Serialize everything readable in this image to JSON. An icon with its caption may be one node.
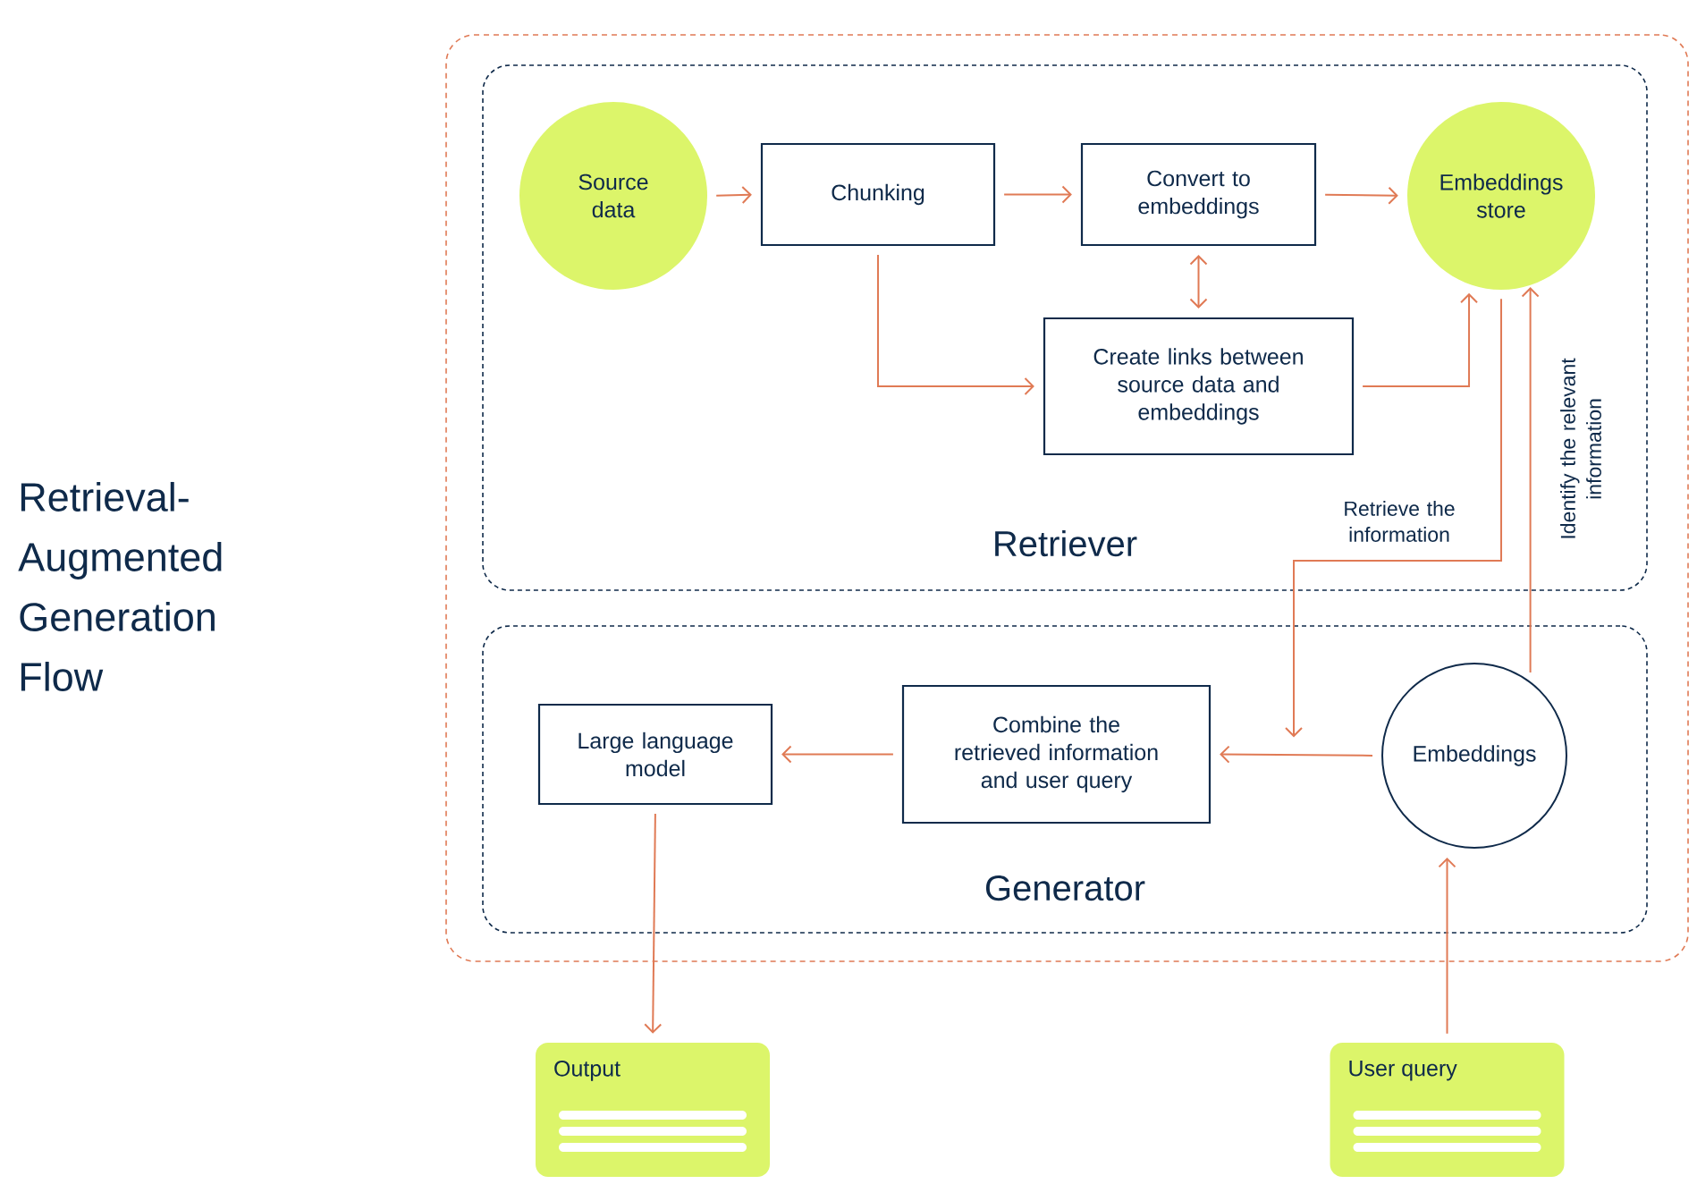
{
  "diagram": {
    "title": "Retrieval-Augmented Generation Flow",
    "nodes": [
      {
        "text": [],
        "shape": "box"
      },
      {
        "text": [
          "Retriever"
        ],
        "in": 0
      },
      {
        "text": [
          "Source data"
        ],
        "in": 1
      },
      {
        "text": [
          "Chunking"
        ],
        "in": 1
      },
      {
        "text": [
          "Convert to embeddings"
        ],
        "in": 1
      },
      {
        "text": [
          "Embeddings store"
        ],
        "in": 1
      },
      {
        "text": [
          "Create links between source data and embeddings"
        ],
        "in": 1
      },
      {
        "text": [
          "Generator"
        ],
        "in": 0
      },
      {
        "text": [
          "Large language model"
        ],
        "in": 7
      },
      {
        "text": [
          "Combine the retrieved information and user query"
        ],
        "in": 7
      },
      {
        "text": [
          "Embeddings"
        ],
        "in": 7
      },
      {
        "text": [
          "Output"
        ]
      },
      {
        "text": [
          "User query"
        ]
      }
    ],
    "edges": [
      {
        "from": 2,
        "to": 3,
        "arrow": "to"
      },
      {
        "from": 3,
        "to": 4,
        "arrow": "to"
      },
      {
        "from": 4,
        "to": 5,
        "arrow": "to"
      },
      {
        "from": 4,
        "to": 6,
        "arrow": "both"
      },
      {
        "from": 3,
        "to": 6,
        "arrow": "to"
      },
      {
        "from": 6,
        "to": 5,
        "arrow": "to"
      },
      {
        "from": 5,
        "to": 9,
        "arrow": "to",
        "label": "Retrieve the information"
      },
      {
        "from": 10,
        "to": 5,
        "arrow": "to",
        "label": "Identify the relevant information"
      },
      {
        "from": 10,
        "to": 9,
        "arrow": "to"
      },
      {
        "from": 9,
        "to": 8,
        "arrow": "to"
      },
      {
        "from": 8,
        "to": 11,
        "arrow": "to"
      },
      {
        "from": 12,
        "to": 10,
        "arrow": "to"
      }
    ]
  }
}
